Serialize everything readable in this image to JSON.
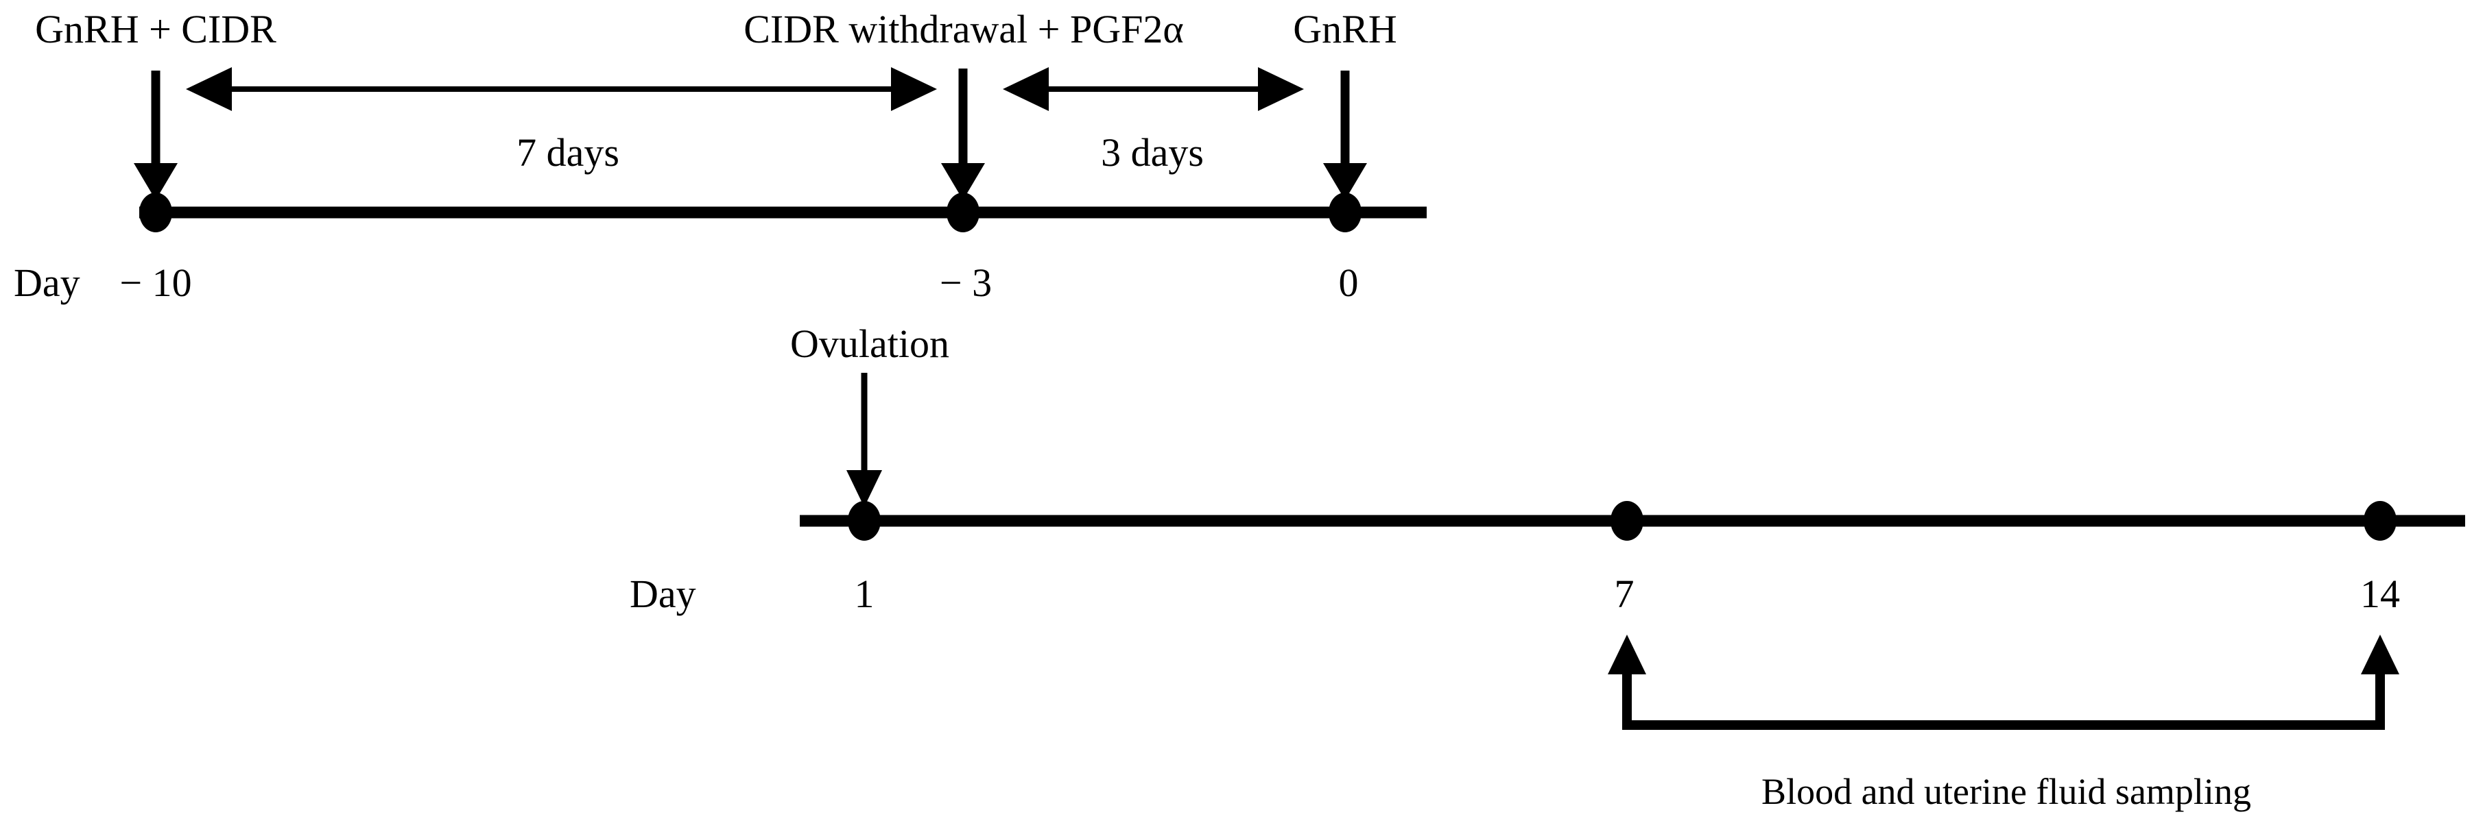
{
  "figure_colors": {
    "foreground": "#000000",
    "background": "#ffffff"
  },
  "top_timeline": {
    "axis_label": "Day",
    "events": [
      {
        "label": "GnRH + CIDR",
        "day": "− 10"
      },
      {
        "label": "CIDR withdrawal + PGF2α",
        "day": "− 3"
      },
      {
        "label": "GnRH",
        "day": "0"
      }
    ],
    "intervals": [
      {
        "label": "7 days"
      },
      {
        "label": "3 days"
      }
    ]
  },
  "bottom_timeline": {
    "axis_label": "Day",
    "events": [
      {
        "label": "Ovulation",
        "day": "1"
      },
      {
        "day": "7"
      },
      {
        "day": "14"
      }
    ],
    "sampling_label": "Blood and uterine fluid sampling"
  }
}
